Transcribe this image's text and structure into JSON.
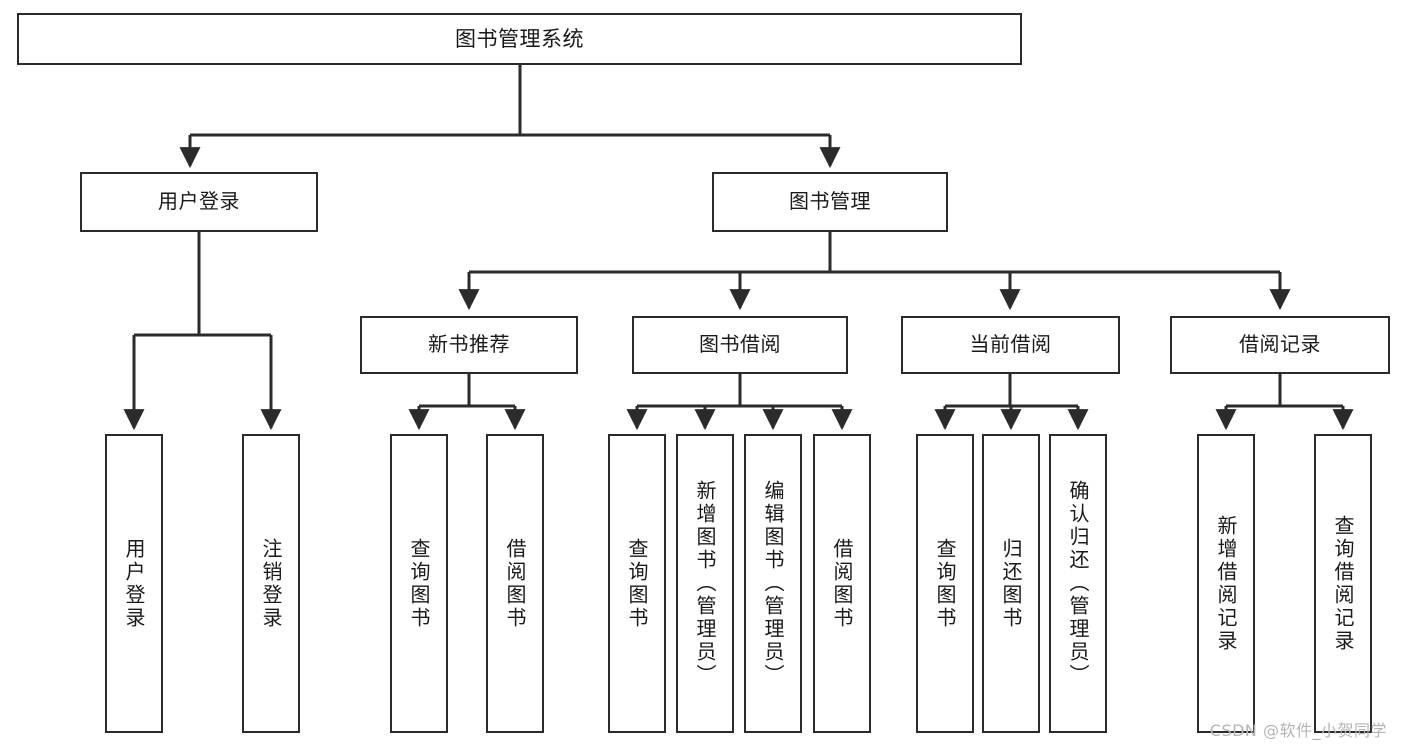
{
  "diagram": {
    "title": "图书管理系统",
    "watermark": "CSDN @软件_小贺同学",
    "stroke_color": "#2b2b2b",
    "fill_color": "#ffffff",
    "text_color": "#1a1a1a",
    "watermark_color": "#b4b4b4"
  },
  "nodes": {
    "root": {
      "label": "图书管理系统"
    },
    "level2": [
      {
        "id": "user-login",
        "label": "用户登录"
      },
      {
        "id": "book-manage",
        "label": "图书管理"
      }
    ],
    "level3": [
      {
        "id": "new-book-recommend",
        "label": "新书推荐"
      },
      {
        "id": "book-borrow",
        "label": "图书借阅"
      },
      {
        "id": "current-borrow",
        "label": "当前借阅"
      },
      {
        "id": "borrow-record",
        "label": "借阅记录"
      }
    ],
    "leaves": [
      {
        "id": "leaf-user-login",
        "label": "用户登录",
        "parent": "user-login"
      },
      {
        "id": "leaf-logout",
        "label": "注销登录",
        "parent": "user-login"
      },
      {
        "id": "leaf-query-book-1",
        "label": "查询图书",
        "parent": "new-book-recommend"
      },
      {
        "id": "leaf-borrow-book-1",
        "label": "借阅图书",
        "parent": "new-book-recommend"
      },
      {
        "id": "leaf-query-book-2",
        "label": "查询图书",
        "parent": "book-borrow"
      },
      {
        "id": "leaf-add-book",
        "label": "新增图书（管理员）",
        "parent": "book-borrow"
      },
      {
        "id": "leaf-edit-book",
        "label": "编辑图书（管理员）",
        "parent": "book-borrow"
      },
      {
        "id": "leaf-borrow-book-2",
        "label": "借阅图书",
        "parent": "book-borrow"
      },
      {
        "id": "leaf-query-book-3",
        "label": "查询图书",
        "parent": "current-borrow"
      },
      {
        "id": "leaf-return-book",
        "label": "归还图书",
        "parent": "current-borrow"
      },
      {
        "id": "leaf-confirm-return",
        "label": "确认归还（管理员）",
        "parent": "current-borrow"
      },
      {
        "id": "leaf-add-record",
        "label": "新增借阅记录",
        "parent": "borrow-record"
      },
      {
        "id": "leaf-query-record",
        "label": "查询借阅记录",
        "parent": "borrow-record"
      }
    ]
  }
}
